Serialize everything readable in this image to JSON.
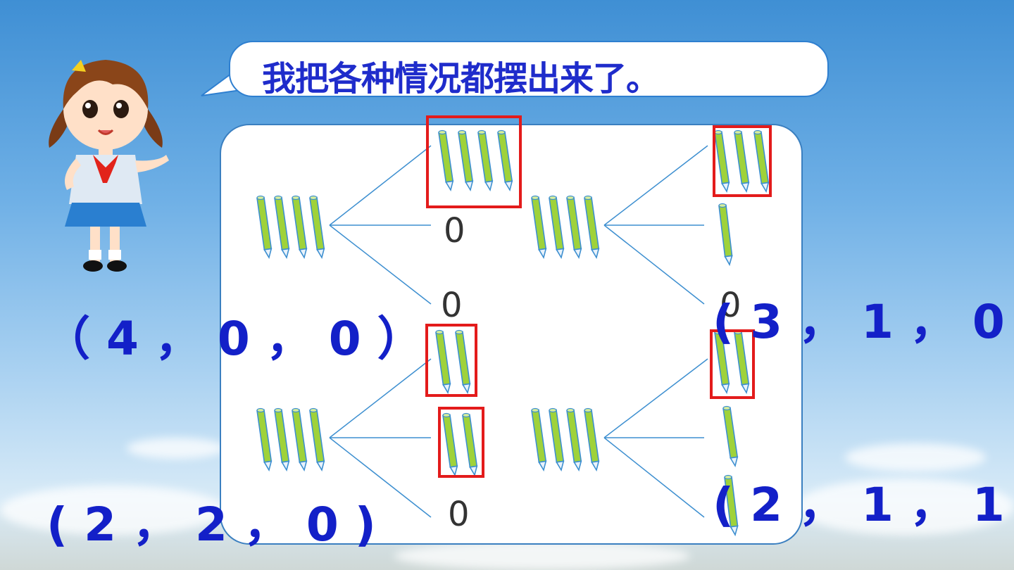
{
  "speech": {
    "text": "我把各种情况都摆出来了。"
  },
  "diagrams": [
    {
      "zero_labels": [
        "0",
        "0"
      ]
    },
    {
      "zero_labels": [
        "0"
      ]
    },
    {
      "zero_labels": [
        "0"
      ]
    },
    {
      "zero_labels": []
    }
  ],
  "tuples": [
    "（ 4 ， 0 ， 0 ）",
    "( 3 ， 1 ， 0",
    "( 2 ， 2 ， 0 )",
    "( 2 ， 1 ， 1"
  ],
  "colors": {
    "stick": "#9fd23a",
    "stick_outline": "#3d8fd0",
    "highlight": "#e31b1b",
    "tuple_text": "#1320c8",
    "bubble_text": "#1f2ccb"
  },
  "icons": [
    "girl-character",
    "pencil-stick-icon"
  ]
}
